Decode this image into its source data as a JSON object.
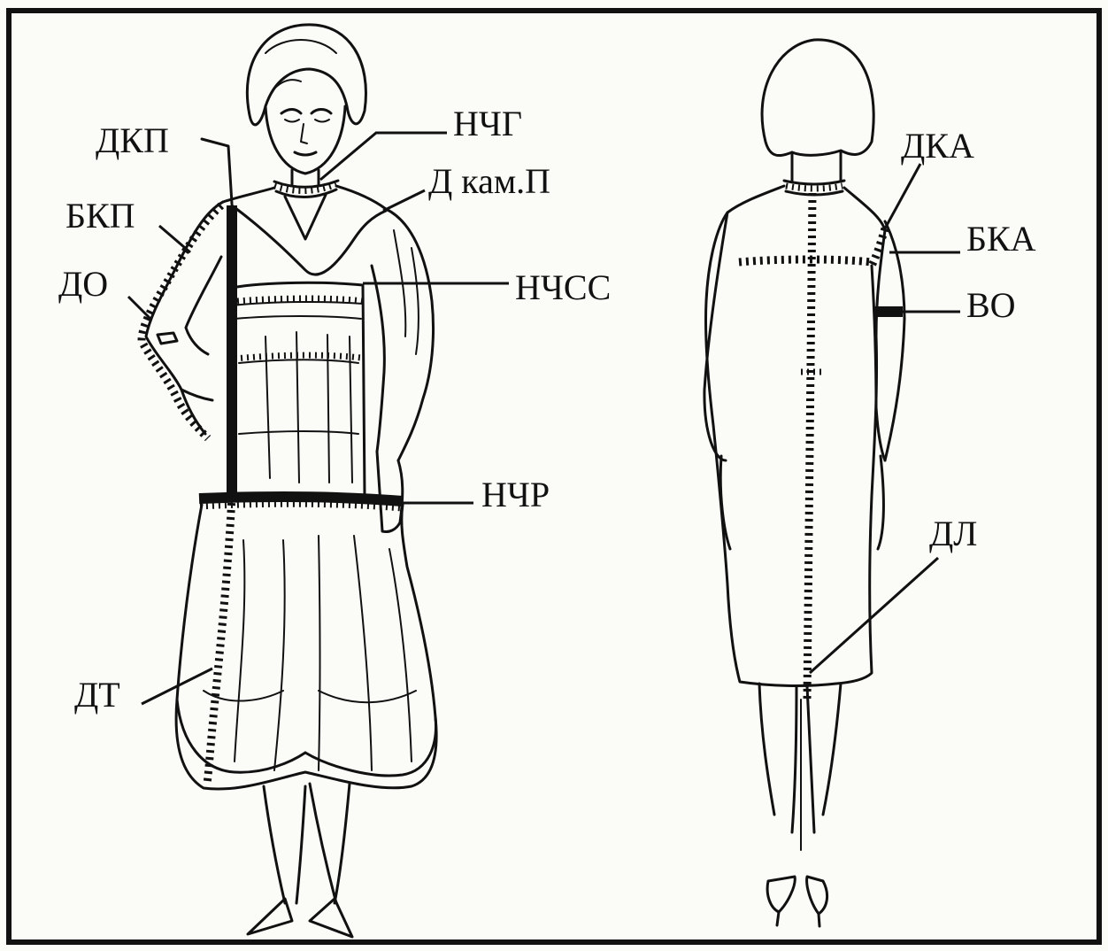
{
  "labels": {
    "front": {
      "dkp": "ДКП",
      "bkp": "БКП",
      "do": "ДО",
      "dt": "ДТ",
      "nchg": "НЧГ",
      "dkam": "Д кам.П",
      "nchss": "НЧСС",
      "nchr": "НЧР"
    },
    "back": {
      "dka": "ДКА",
      "bka": "БКА",
      "vo": "ВО",
      "dl": "ДЛ"
    }
  }
}
